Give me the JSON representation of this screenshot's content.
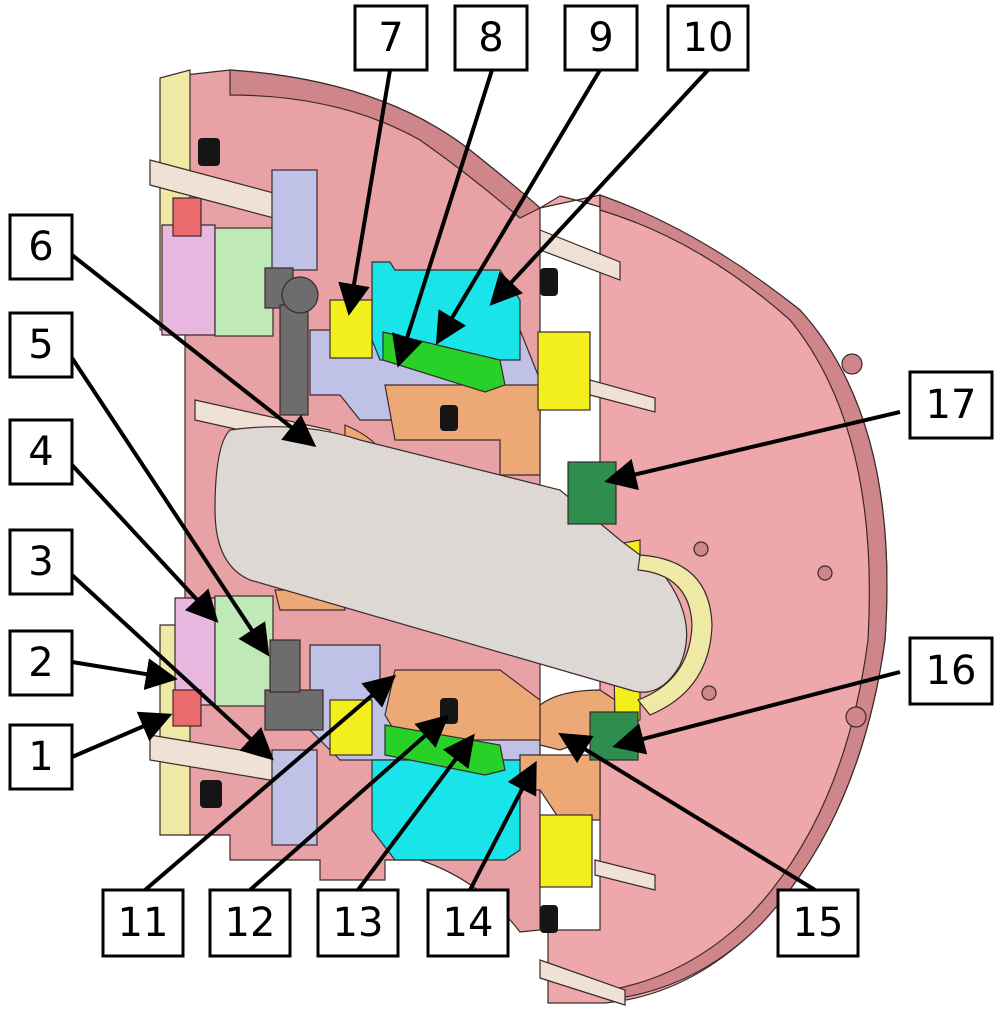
{
  "colors": {
    "housing": "#e8a2a5",
    "housing_dark": "#cf868a",
    "outer_disc": "#eea7aa",
    "shaft": "#ddd8d4",
    "yellow": "#f3ef1c",
    "pale_yellow": "#eeeaa6",
    "cyan": "#19e4ea",
    "green": "#27d127",
    "lavender": "#bfc2e6",
    "orange": "#eca976",
    "light_green": "#bfeab8",
    "pink": "#e8b7e0",
    "red": "#ec6b6f",
    "beige": "#efe1d5",
    "gray": "#6d6d6d",
    "pcb_green": "#2e8e4e"
  },
  "callouts": [
    {
      "id": "callout-1",
      "label": "1"
    },
    {
      "id": "callout-2",
      "label": "2"
    },
    {
      "id": "callout-3",
      "label": "3"
    },
    {
      "id": "callout-4",
      "label": "4"
    },
    {
      "id": "callout-5",
      "label": "5"
    },
    {
      "id": "callout-6",
      "label": "6"
    },
    {
      "id": "callout-7",
      "label": "7"
    },
    {
      "id": "callout-8",
      "label": "8"
    },
    {
      "id": "callout-9",
      "label": "9"
    },
    {
      "id": "callout-10",
      "label": "10"
    },
    {
      "id": "callout-11",
      "label": "11"
    },
    {
      "id": "callout-12",
      "label": "12"
    },
    {
      "id": "callout-13",
      "label": "13"
    },
    {
      "id": "callout-14",
      "label": "14"
    },
    {
      "id": "callout-15",
      "label": "15"
    },
    {
      "id": "callout-16",
      "label": "16"
    },
    {
      "id": "callout-17",
      "label": "17"
    }
  ]
}
